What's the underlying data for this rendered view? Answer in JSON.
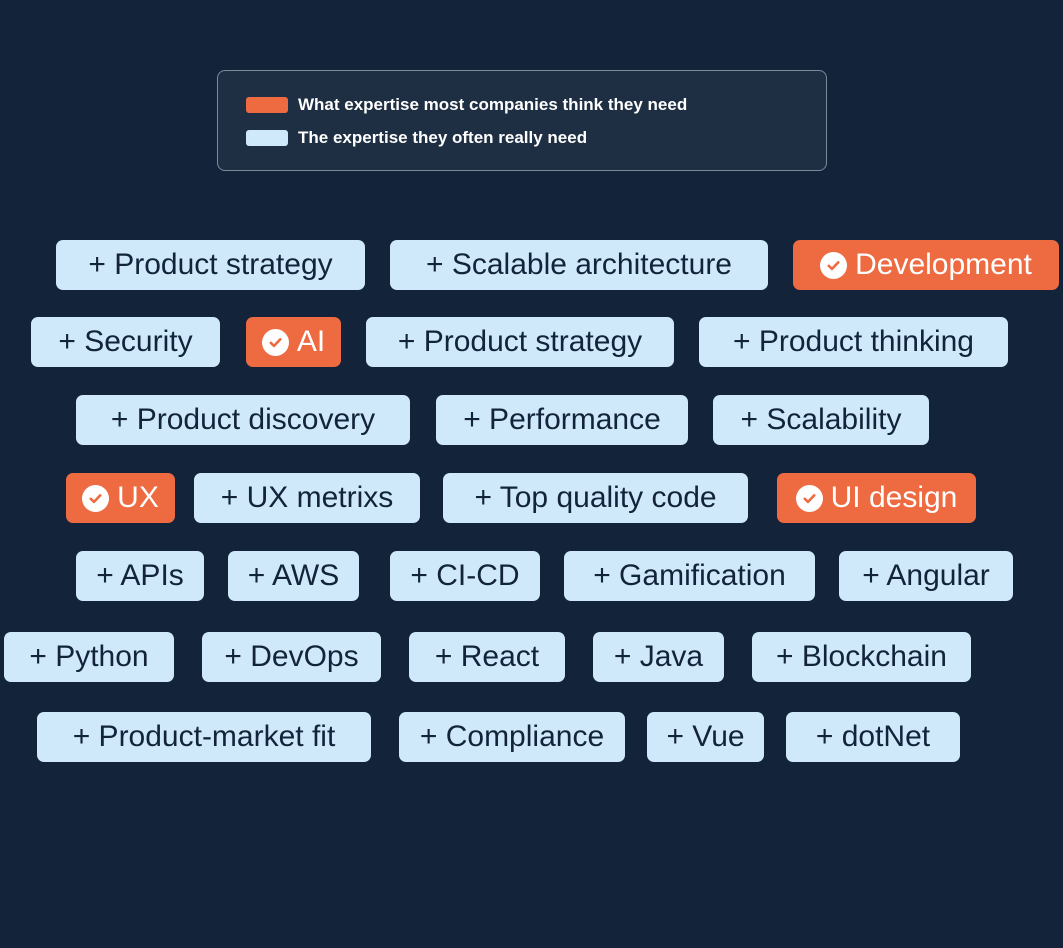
{
  "colors": {
    "background": "#12233a",
    "legend_background": "#1f2f43",
    "selected": "#ee6a40",
    "suggested": "#cfe9fb",
    "dark_text": "#12233a",
    "light_text": "#ffffff"
  },
  "legend": {
    "items": [
      {
        "label": "What expertise most companies think they need",
        "color": "#ee6a40"
      },
      {
        "label": "The expertise they often really need",
        "color": "#cfe9fb"
      }
    ]
  },
  "tags": {
    "items": [
      {
        "label": "+ Product strategy",
        "variant": "blue",
        "icon": ""
      },
      {
        "label": "+ Scalable architecture",
        "variant": "blue",
        "icon": ""
      },
      {
        "label": "Development",
        "variant": "orange",
        "icon": "check-circle-icon"
      },
      {
        "label": "+ Security",
        "variant": "blue",
        "icon": ""
      },
      {
        "label": "AI",
        "variant": "orange",
        "icon": "check-circle-icon"
      },
      {
        "label": "+ Product strategy",
        "variant": "blue",
        "icon": ""
      },
      {
        "label": "+ Product thinking",
        "variant": "blue",
        "icon": ""
      },
      {
        "label": "+ Product discovery",
        "variant": "blue",
        "icon": ""
      },
      {
        "label": "+ Performance",
        "variant": "blue",
        "icon": ""
      },
      {
        "label": "+ Scalability",
        "variant": "blue",
        "icon": ""
      },
      {
        "label": "UX",
        "variant": "orange",
        "icon": "check-circle-icon"
      },
      {
        "label": "+ UX metrixs",
        "variant": "blue",
        "icon": ""
      },
      {
        "label": "+ Top quality code",
        "variant": "blue",
        "icon": ""
      },
      {
        "label": "UI design",
        "variant": "orange",
        "icon": "check-circle-icon"
      },
      {
        "label": "+ APIs",
        "variant": "blue",
        "icon": ""
      },
      {
        "label": "+ AWS",
        "variant": "blue",
        "icon": ""
      },
      {
        "label": "+ CI-CD",
        "variant": "blue",
        "icon": ""
      },
      {
        "label": "+ Gamification",
        "variant": "blue",
        "icon": ""
      },
      {
        "label": "+ Angular",
        "variant": "blue",
        "icon": ""
      },
      {
        "label": "+ Python",
        "variant": "blue",
        "icon": ""
      },
      {
        "label": "+ DevOps",
        "variant": "blue",
        "icon": ""
      },
      {
        "label": "+ React",
        "variant": "blue",
        "icon": ""
      },
      {
        "label": "+ Java",
        "variant": "blue",
        "icon": ""
      },
      {
        "label": "+ Blockchain",
        "variant": "blue",
        "icon": ""
      },
      {
        "label": "+ Product-market fit",
        "variant": "blue",
        "icon": ""
      },
      {
        "label": "+ Compliance",
        "variant": "blue",
        "icon": ""
      },
      {
        "label": "+ Vue",
        "variant": "blue",
        "icon": ""
      },
      {
        "label": "+ dotNet",
        "variant": "blue",
        "icon": ""
      }
    ]
  }
}
